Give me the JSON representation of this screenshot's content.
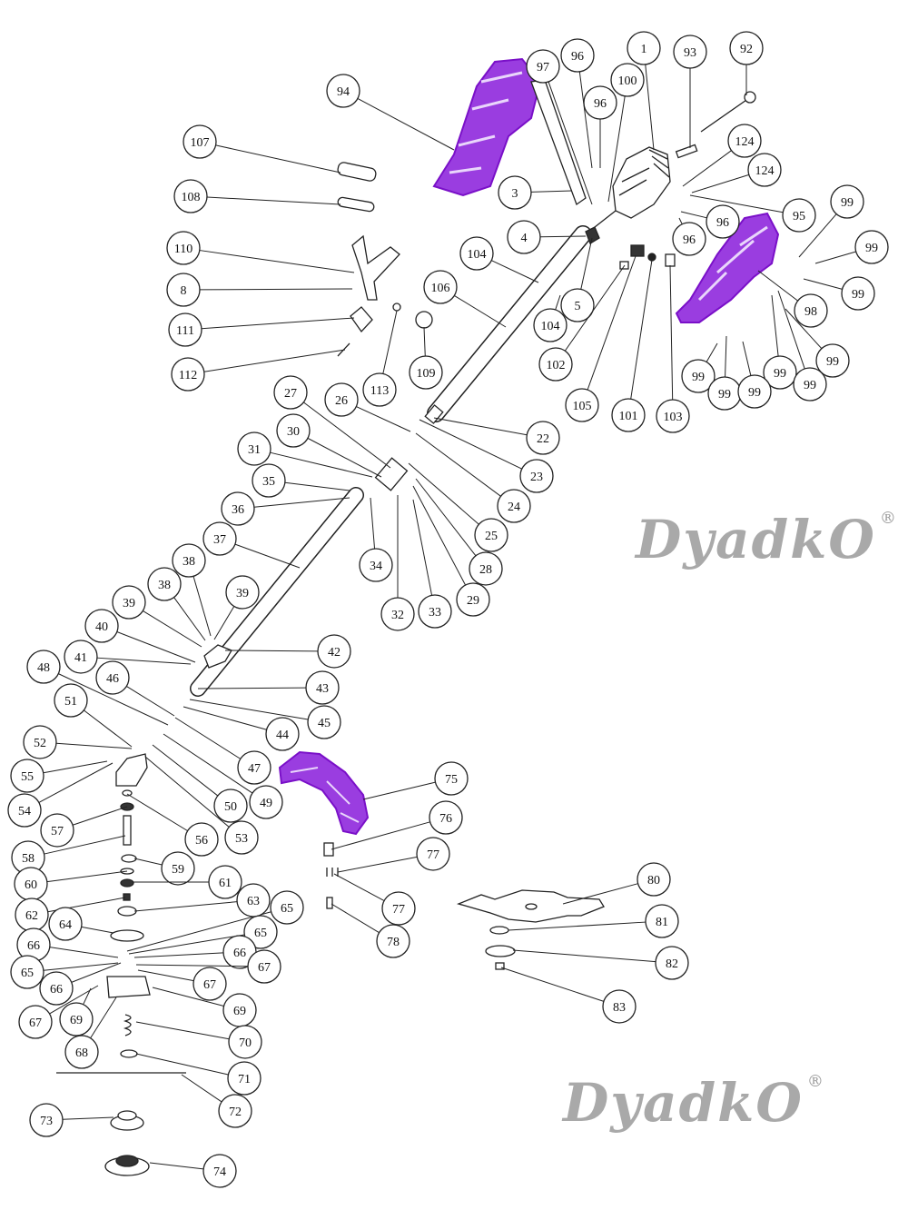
{
  "diagram": {
    "type": "exploded-parts-diagram",
    "accent_color": "#8a1fd6",
    "watermarks": [
      {
        "text": "DyadkO",
        "mark": "®"
      },
      {
        "text": "DyadkO",
        "mark": "®"
      }
    ],
    "callouts": [
      "1",
      "92",
      "93",
      "96",
      "97",
      "96",
      "100",
      "94",
      "124",
      "124",
      "107",
      "95",
      "99",
      "108",
      "3",
      "96",
      "96",
      "99",
      "4",
      "110",
      "104",
      "8",
      "99",
      "106",
      "98",
      "5",
      "111",
      "104",
      "109",
      "112",
      "102",
      "113",
      "99",
      "99",
      "99",
      "99",
      "99",
      "99",
      "105",
      "101",
      "103",
      "27",
      "26",
      "22",
      "30",
      "31",
      "23",
      "35",
      "36",
      "24",
      "25",
      "37",
      "28",
      "34",
      "29",
      "38",
      "38",
      "39",
      "39",
      "32",
      "33",
      "40",
      "42",
      "41",
      "48",
      "46",
      "43",
      "51",
      "45",
      "52",
      "44",
      "47",
      "55",
      "75",
      "50",
      "49",
      "54",
      "53",
      "56",
      "57",
      "76",
      "59",
      "77",
      "58",
      "60",
      "61",
      "80",
      "65",
      "63",
      "77",
      "62",
      "64",
      "81",
      "65",
      "78",
      "66",
      "66",
      "82",
      "67",
      "65",
      "66",
      "67",
      "69",
      "83",
      "67",
      "69",
      "70",
      "68",
      "71",
      "72",
      "73",
      "74"
    ]
  }
}
